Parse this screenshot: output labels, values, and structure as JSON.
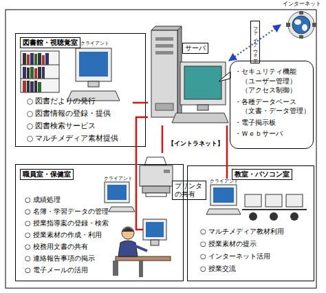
{
  "diagram": {
    "nodes": [
      {
        "text": [
          "インターネット"
        ]
      },
      {
        "text": [
          "図書館・視聴覚室",
          "○ 図書だよりの発行",
          "○ 図書情報の登録・提供",
          "○ 図書検索サービス",
          "○ マルチメディア素材提供"
        ]
      },
      {
        "text": [
          "クライアント"
        ],
        "in": 1
      },
      {
        "text": [
          "サーバ"
        ]
      },
      {
        "text": [
          "ファイアウォール"
        ]
      },
      {
        "text": [
          "・セキュリティ機能 （ユーザー管理） （アクセス制御）",
          "・各種データベース （文書・データ管理）",
          "・電子掲示板",
          "・Ｗｅｂサーバ"
        ]
      },
      {
        "text": [
          "プリンタの共有"
        ]
      },
      {
        "text": [
          "職員室・保健室",
          "○ 成績処理",
          "○ 名簿・学習データの管理",
          "○ 授業指導案の登録・検索",
          "○ 授業素材の作成・利用",
          "○ 校務用文書の共有",
          "○ 連絡報告事項の掲示",
          "○ 電子メールの活用"
        ]
      },
      {
        "text": [
          "クライアント"
        ],
        "in": 7
      },
      {
        "text": [
          "教室・パソコン室",
          "○ マルチメディア教材利用",
          "○ 授業素材の提示",
          "○ インターネット活用",
          "○ 授業交流"
        ]
      },
      {
        "text": [
          "クライアント"
        ],
        "in": 9
      }
    ],
    "edges": [
      {
        "from": 3,
        "to": 0,
        "arrow": "both"
      },
      {
        "from": 2,
        "to": 3,
        "arrow": "none"
      },
      {
        "from": 3,
        "to": 6,
        "arrow": "none"
      },
      {
        "from": 3,
        "to": 8,
        "arrow": "none"
      },
      {
        "from": 3,
        "to": 10,
        "arrow": "none"
      }
    ],
    "labels": [
      "【イントラネット】"
    ]
  }
}
